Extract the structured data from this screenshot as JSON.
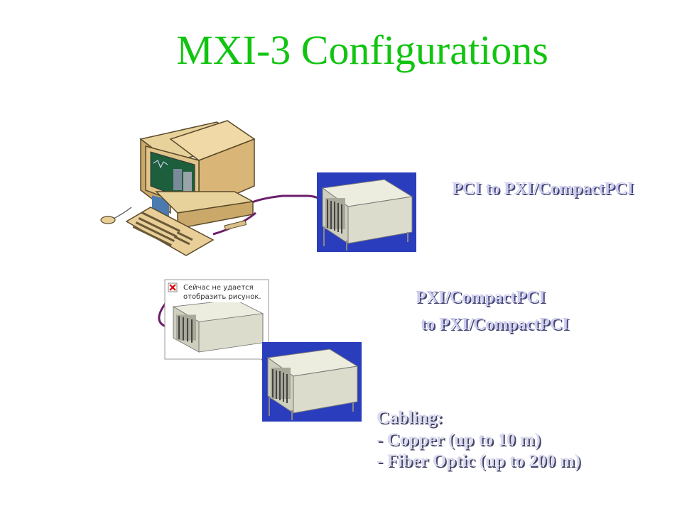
{
  "slide": {
    "title": "MXI-3 Configurations",
    "config1_label": "PCI to PXI/CompactPCI",
    "config2_label_line1": "PXI/CompactPCI",
    "config2_label_line2": " to PXI/CompactPCI",
    "cabling": {
      "heading": "Cabling:",
      "items": [
        "- Copper (up to 10 m)",
        "- Fiber Optic (up to 200 m)"
      ]
    },
    "broken_image": {
      "line1": "Сейчас не удается",
      "line2": "отобразить рисунок."
    }
  },
  "colors": {
    "title": "#11c411",
    "chassis_bg": "#2a3dbd",
    "cable": "#6b1f6b",
    "label": "#ccccee"
  },
  "icons": [
    "computer-icon",
    "pxi-chassis-icon",
    "broken-image-icon"
  ]
}
